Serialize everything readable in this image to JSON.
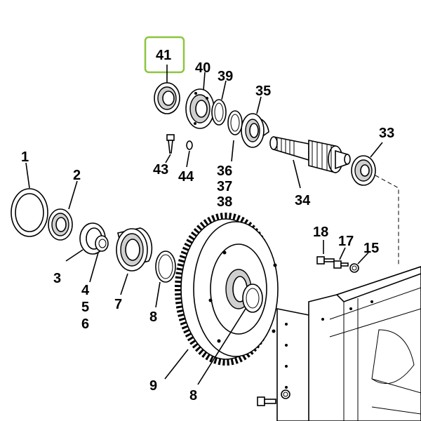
{
  "diagram": {
    "highlight_color": "#8cc63f",
    "highlighted_part": "41",
    "labels": {
      "p1": "1",
      "p2": "2",
      "p3": "3",
      "p4": "4",
      "p5": "5",
      "p6": "6",
      "p7": "7",
      "p8a": "8",
      "p8b": "8",
      "p9": "9",
      "p15": "15",
      "p17": "17",
      "p18": "18",
      "p33": "33",
      "p34": "34",
      "p35": "35",
      "p36": "36",
      "p37": "37",
      "p38": "38",
      "p39": "39",
      "p40": "40",
      "p41": "41",
      "p43": "43",
      "p44": "44"
    }
  }
}
